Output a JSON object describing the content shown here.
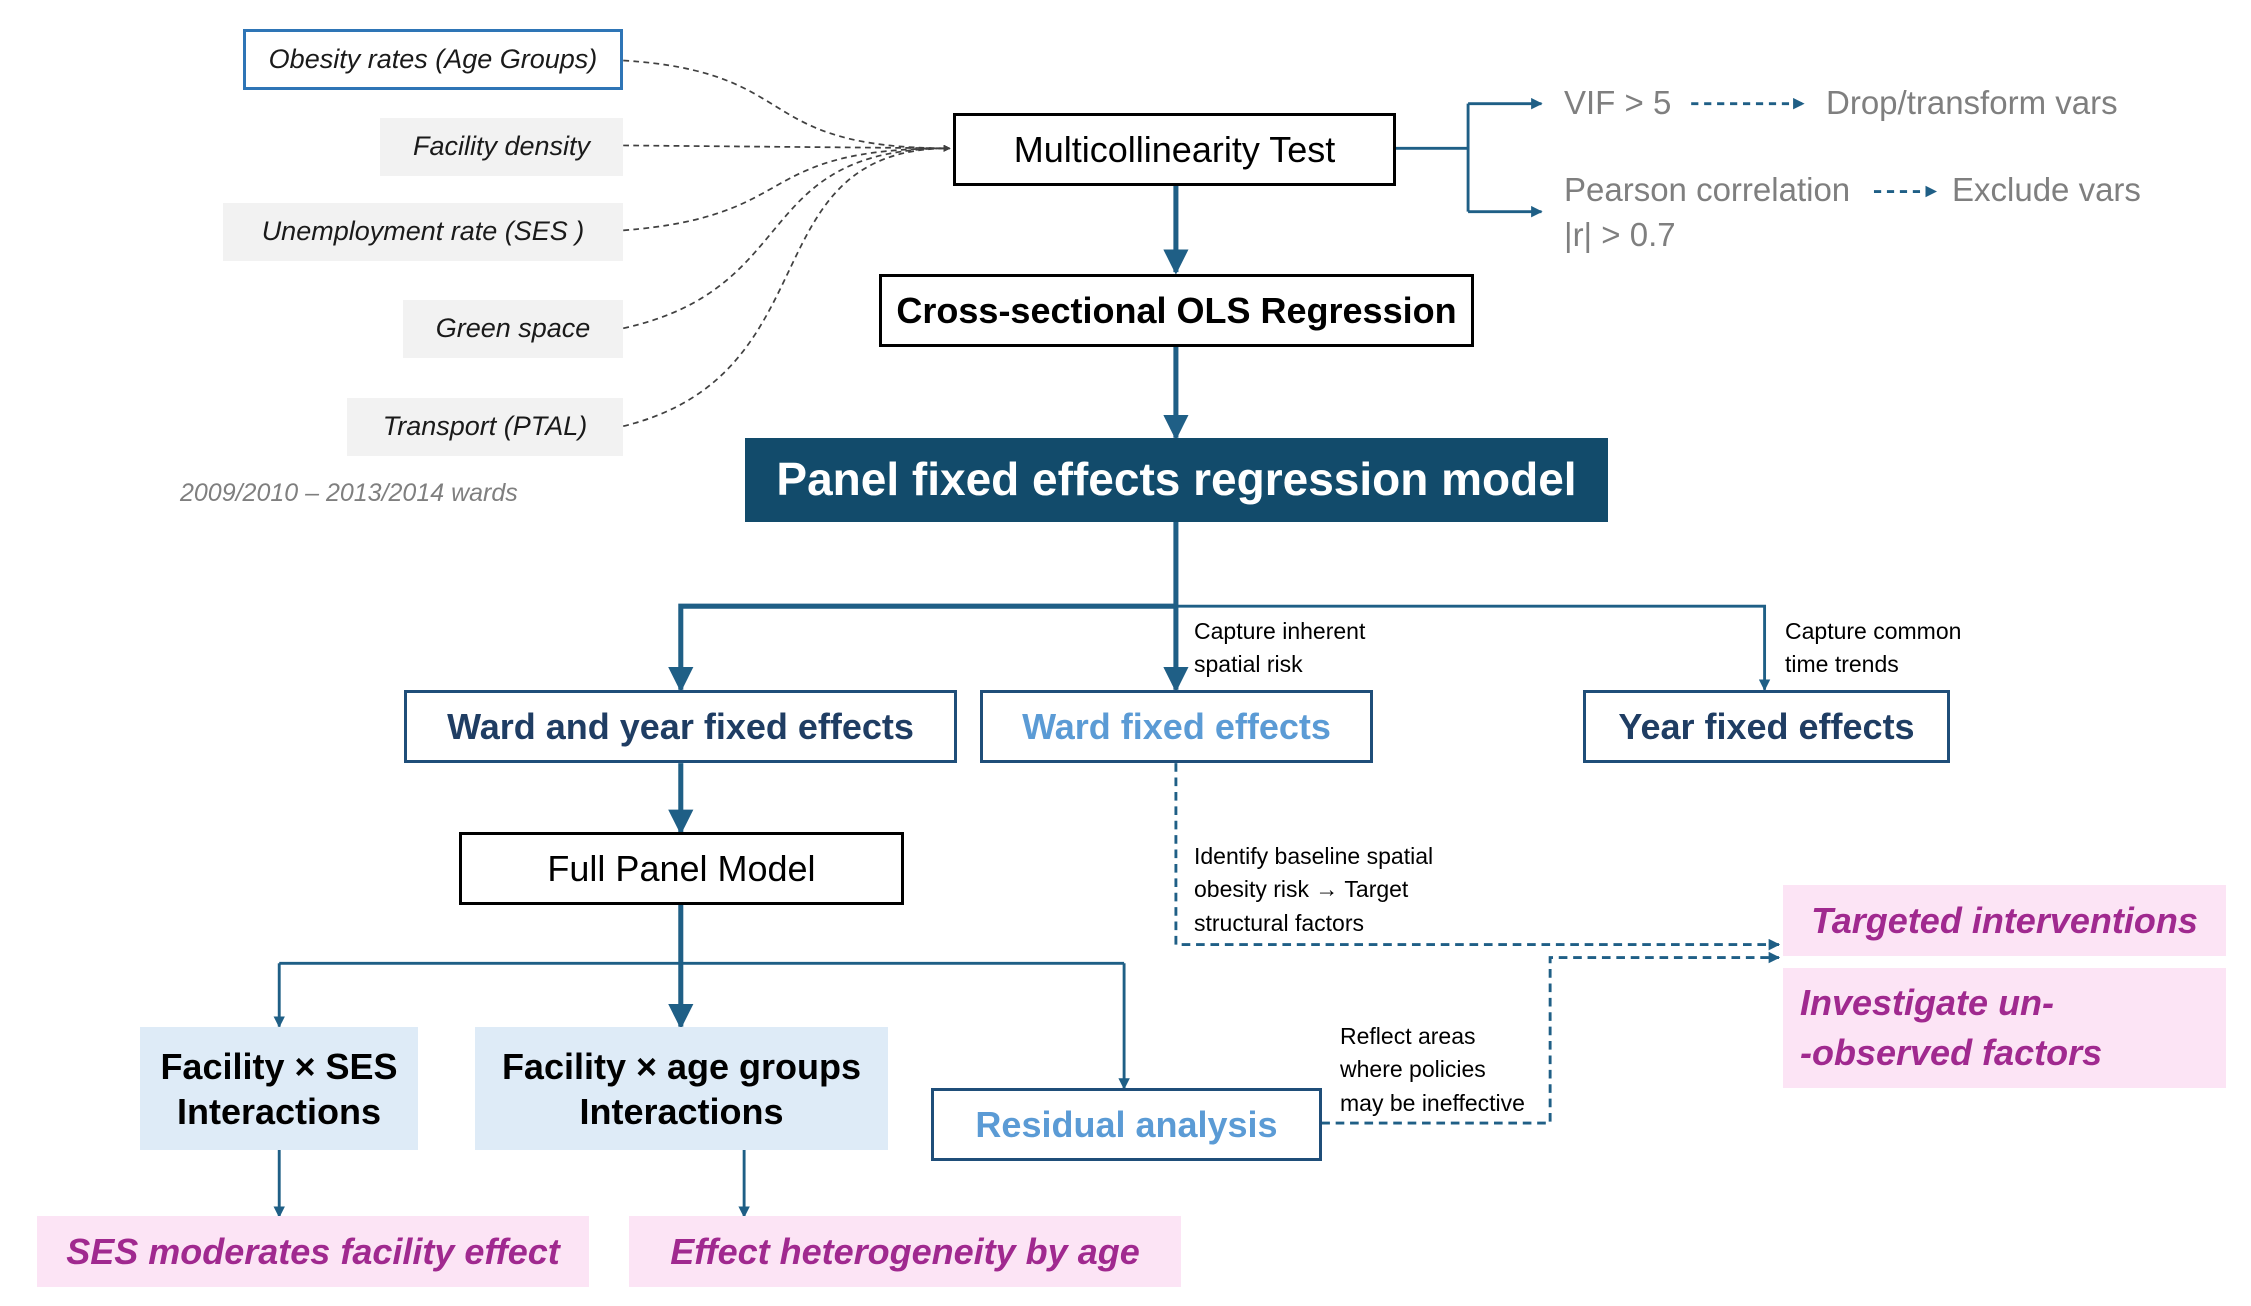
{
  "inputs": [
    "Obesity rates (Age Groups)",
    "Facility density",
    "Unemployment rate (SES )",
    "Green space",
    "Transport (PTAL)"
  ],
  "period_note": "2009/2010 – 2013/2014 wards",
  "multicollinearity": {
    "title": "Multicollinearity Test",
    "vif": "VIF > 5",
    "vif_action": "Drop/transform vars",
    "pearson_line1": "Pearson correlation",
    "pearson_line2": "|r| > 0.7",
    "pearson_action": "Exclude vars"
  },
  "ols": "Cross-sectional OLS Regression",
  "panel": "Panel fixed effects regression model",
  "fixed_effects": {
    "ward_year": "Ward and year fixed effects",
    "ward": "Ward fixed effects",
    "year": "Year fixed effects",
    "ward_note_1": "Capture inherent",
    "ward_note_2": "spatial risk",
    "year_note_1": "Capture common",
    "year_note_2": "time trends"
  },
  "full_panel": "Full Panel Model",
  "interactions": {
    "ses_line1": "Facility × SES",
    "ses_line2": "Interactions",
    "age_line1": "Facility × age groups",
    "age_line2": "Interactions"
  },
  "residual": "Residual analysis",
  "baseline_note": {
    "line1": "Identify baseline spatial",
    "line2": "obesity risk → Target",
    "line3": "structural factors"
  },
  "residual_note": {
    "line1": "Reflect areas",
    "line2": "where policies",
    "line3": "may be ineffective"
  },
  "outcomes": {
    "ses": "SES moderates facility effect",
    "age": "Effect heterogeneity by age",
    "targeted": "Targeted interventions",
    "investigate_line1": "Investigate un-",
    "investigate_line2": "-observed factors"
  },
  "colors": {
    "arrow": "#1f5f86",
    "dark_box": "#124b6b",
    "pink_text": "#a0298f",
    "light_blue_text": "#5b9bd5"
  }
}
